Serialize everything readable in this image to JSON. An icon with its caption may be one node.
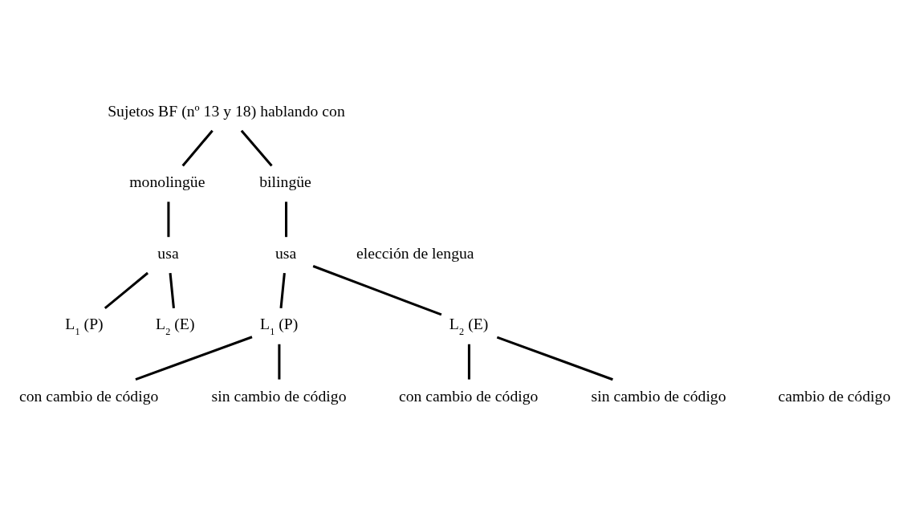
{
  "diagram": {
    "nodes": [
      {
        "text": [
          "Sujetos BF (nº 13 y 18) hablando con"
        ]
      },
      {
        "text": [
          "monolingüe"
        ]
      },
      {
        "text": [
          "bilingüe"
        ]
      },
      {
        "text": [
          "usa"
        ]
      },
      {
        "text": [
          "usa"
        ]
      },
      {
        "text": [
          "L$_{1}$ (P)"
        ]
      },
      {
        "text": [
          "L$_{2}$ (E)"
        ]
      },
      {
        "text": [
          "L$_{1}$ (P)"
        ]
      },
      {
        "text": [
          "L$_{2}$ (E)"
        ]
      },
      {
        "text": [
          "con cambio de código"
        ]
      },
      {
        "text": [
          "sin cambio de código"
        ]
      },
      {
        "text": [
          "con cambio de código"
        ]
      },
      {
        "text": [
          "sin cambio de código"
        ]
      }
    ],
    "edges": [
      {
        "from": 0,
        "to": 1,
        "arrow": "none"
      },
      {
        "from": 0,
        "to": 2,
        "arrow": "none"
      },
      {
        "from": 1,
        "to": 3,
        "arrow": "none"
      },
      {
        "from": 2,
        "to": 4,
        "arrow": "none"
      },
      {
        "from": 3,
        "to": 5,
        "arrow": "none"
      },
      {
        "from": 3,
        "to": 6,
        "arrow": "none"
      },
      {
        "from": 4,
        "to": 7,
        "arrow": "none"
      },
      {
        "from": 4,
        "to": 8,
        "arrow": "none"
      },
      {
        "from": 7,
        "to": 9,
        "arrow": "none"
      },
      {
        "from": 7,
        "to": 10,
        "arrow": "none"
      },
      {
        "from": 8,
        "to": 11,
        "arrow": "none"
      },
      {
        "from": 8,
        "to": 12,
        "arrow": "none"
      }
    ],
    "labels": [
      "elección de lengua",
      "cambio de código"
    ]
  }
}
